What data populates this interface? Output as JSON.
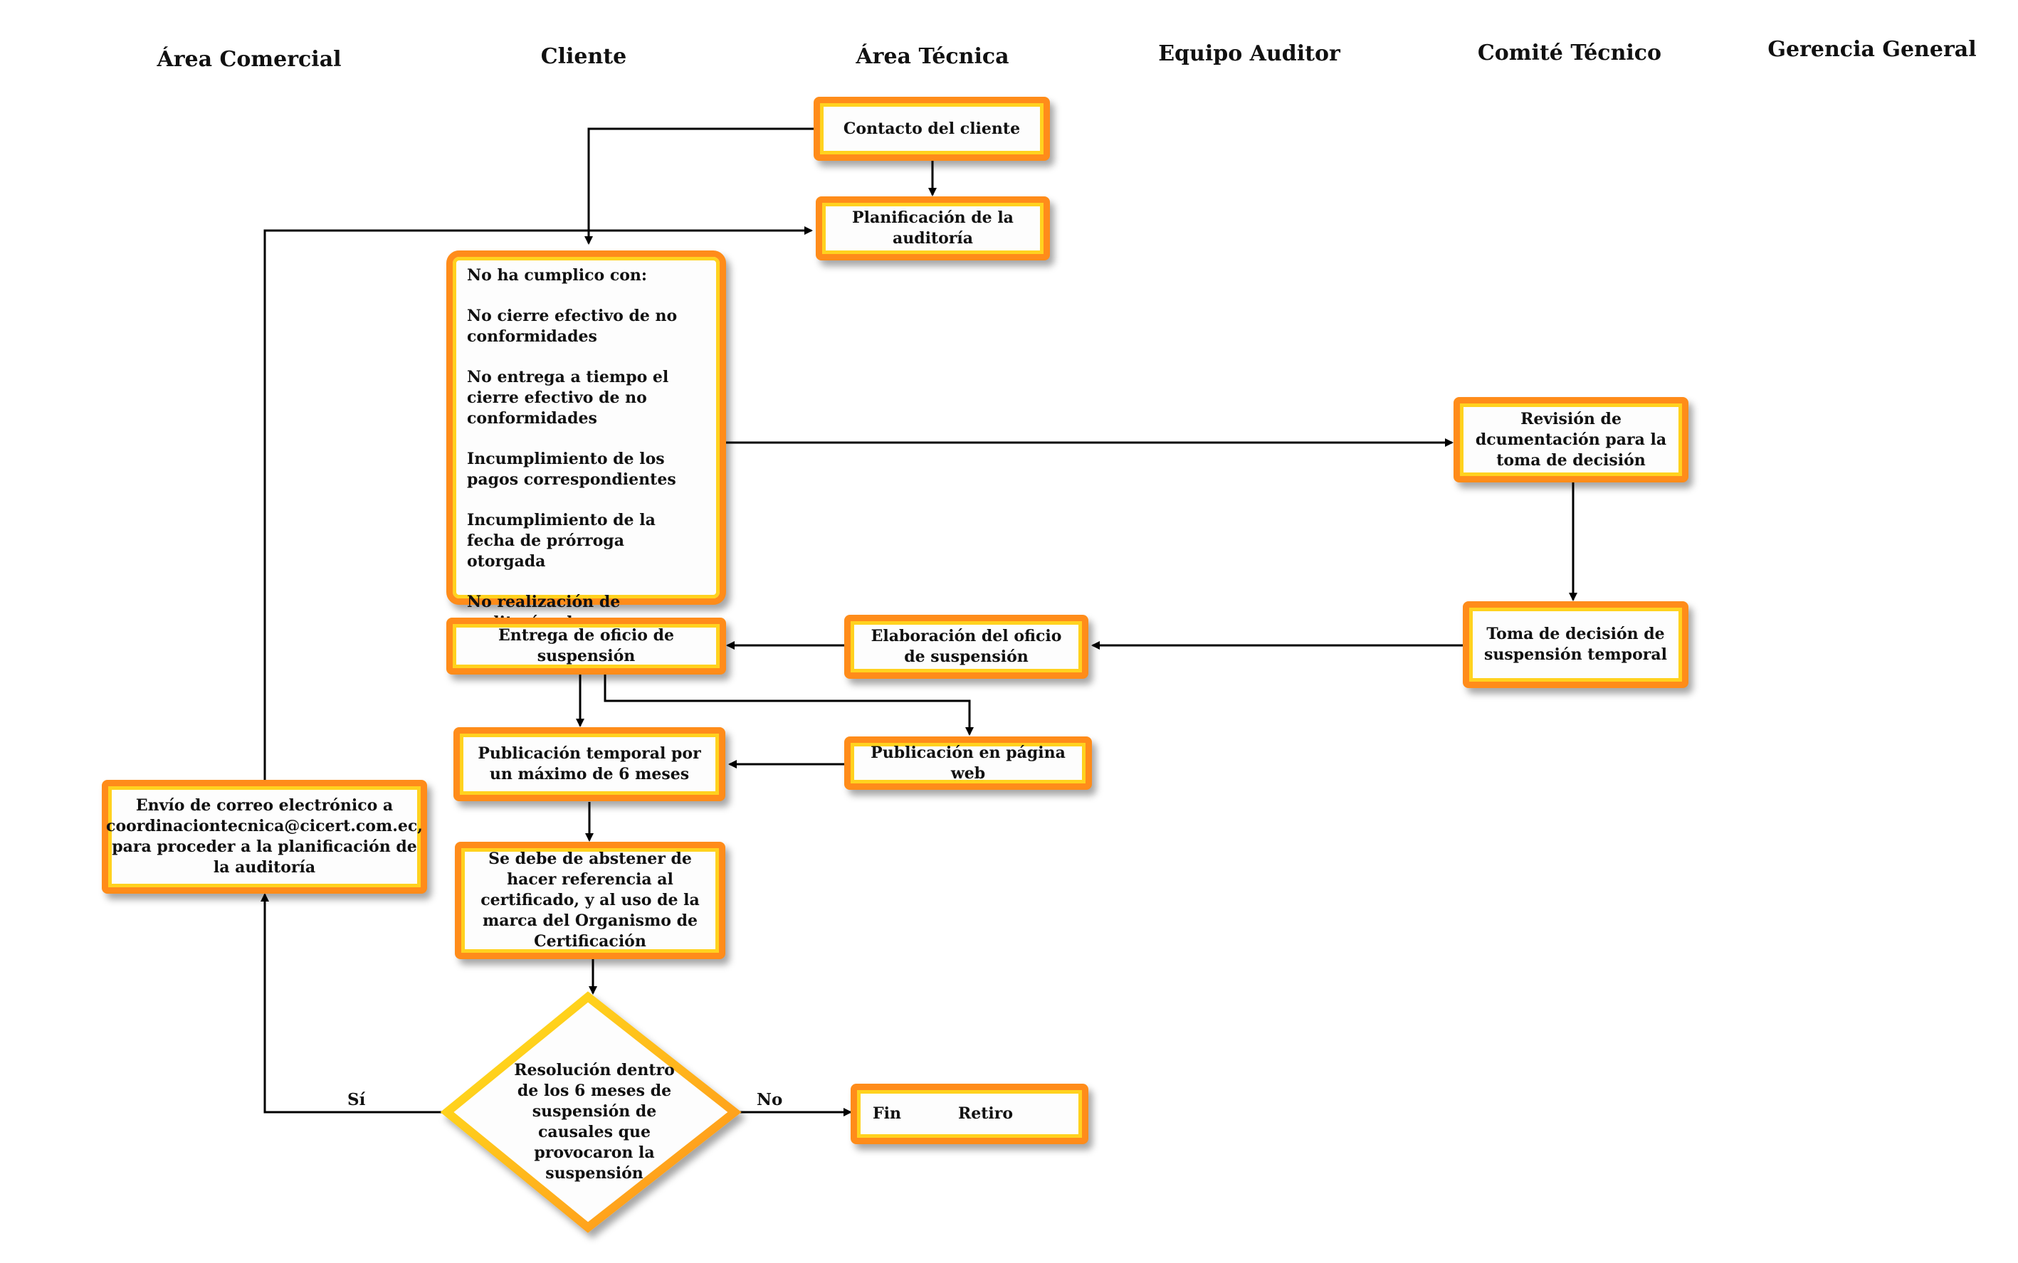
{
  "lanes": [
    "Área Comercial",
    "Cliente",
    "Área Técnica",
    "Equipo Auditor",
    "Comité Técnico",
    "Gerencia General"
  ],
  "nodes": {
    "contacto": "Contacto del cliente",
    "planificacion": "Planificación de la auditoría",
    "incumplimientos_title": "No ha cumplico con:",
    "incumplimientos": [
      "No cierre efectivo de no conformidades",
      "No entrega a tiempo el cierre efectivo de no conformidades",
      "Incumplimiento de los pagos correspondientes",
      "Incumplimiento de la fecha de prórroga otorgada",
      "No realización de auditorías de mantenimiento"
    ],
    "revision": "Revisión de dcumentación para la toma de decisión",
    "toma_decision": "Toma de decisión de suspensión temporal",
    "elaboracion": "Elaboración del oficio de suspensión",
    "entrega": "Entrega de oficio de suspensión",
    "publicacion_web": "Publicación en página web",
    "publicacion_temporal": "Publicación temporal por un máximo de 6 meses",
    "abstenerse": "Se debe de abstener de hacer referencia al certificado, y al uso de la marca del Organismo de Certificación",
    "envio_correo": "Envío de correo electrónico a coordinaciontecnica@cicert.com.ec, para proceder a la planificación de la auditoría",
    "decision": "Resolución dentro de los 6 meses de suspensión de causales que provocaron la suspensión",
    "fin": "Fin",
    "retiro": "Retiro"
  },
  "edge_labels": {
    "si": "Sí",
    "no": "No"
  },
  "colors": {
    "border": "#ff8c1a",
    "inner": "#ffd21f",
    "line": "#000000"
  }
}
